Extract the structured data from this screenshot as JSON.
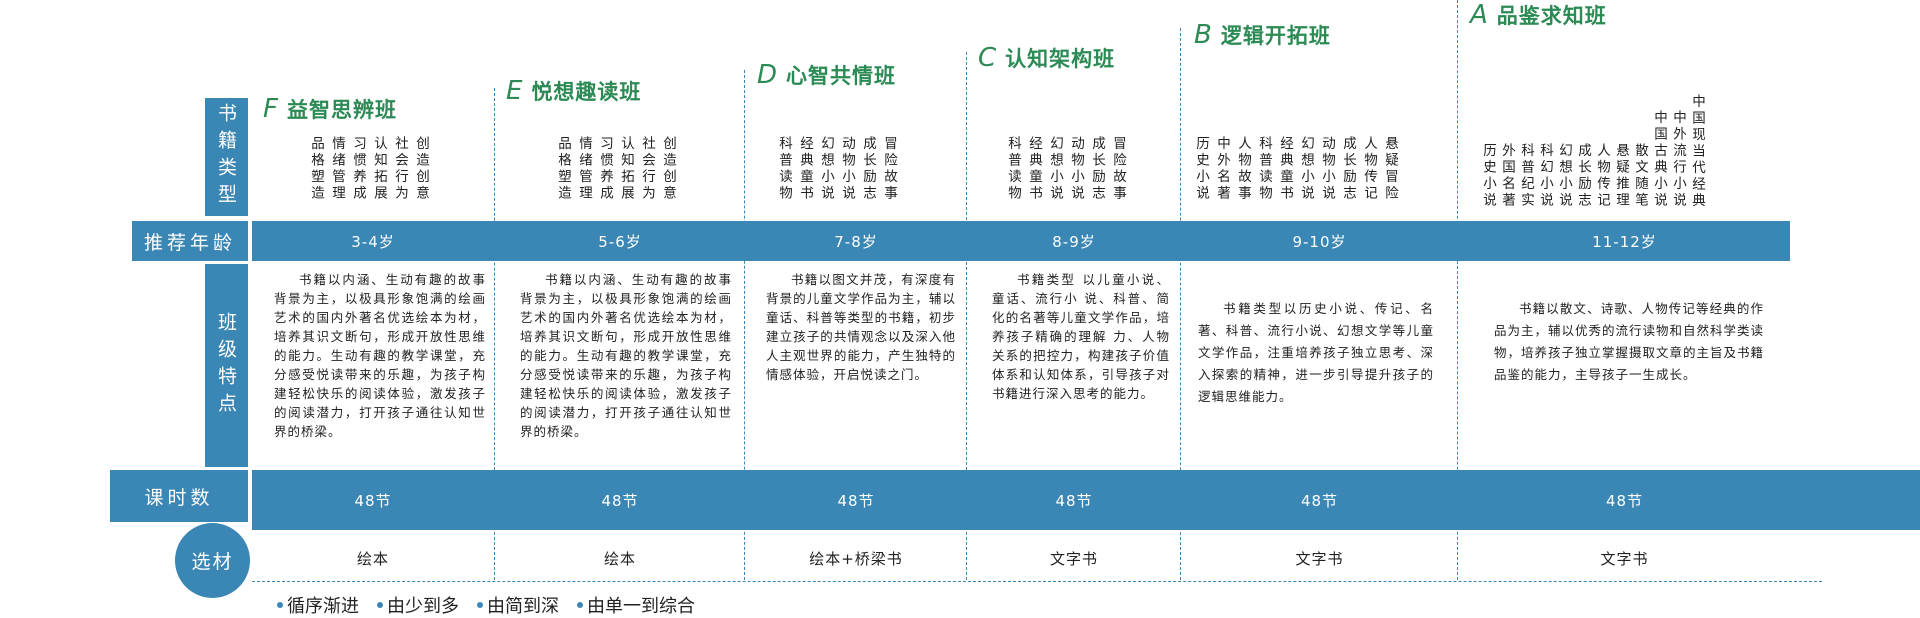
{
  "row_labels": {
    "book_types": "书籍类型",
    "age": "推荐年龄",
    "features": "班级特点",
    "hours": "课时数",
    "material": "选材"
  },
  "classes": [
    {
      "letter": "F",
      "name": "益智思辨班",
      "books": [
        "品格塑造",
        "情绪管理",
        "习惯养成",
        "认知拓展",
        "社会行为",
        "创造创意"
      ],
      "age": "3-4岁",
      "description": "书籍以内涵、生动有趣的故事背景为主，以极具形象饱满的绘画艺术的国内外著名优选绘本为材，培养其识文断句，形成开放性思维的能力。生动有趣的教学课堂，充分感受悦读带来的乐趣，为孩子构建轻松快乐的阅读体验，激发孩子的阅读潜力，打开孩子通往认知世界的桥梁。",
      "hours": "48节",
      "material": "绘本"
    },
    {
      "letter": "E",
      "name": "悦想趣读班",
      "books": [
        "品格塑造",
        "情绪管理",
        "习惯养成",
        "认知拓展",
        "社会行为",
        "创造创意"
      ],
      "age": "5-6岁",
      "description": "书籍以内涵、生动有趣的故事背景为主，以极具形象饱满的绘画艺术的国内外著名优选绘本为材，培养其识文断句，形成开放性思维的能力。生动有趣的教学课堂，充分感受悦读带来的乐趣，为孩子构建轻松快乐的阅读体验，激发孩子的阅读潜力，打开孩子通往认知世界的桥梁。",
      "hours": "48节",
      "material": "绘本"
    },
    {
      "letter": "D",
      "name": "心智共情班",
      "books": [
        "科普读物",
        "经典童书",
        "幻想小说",
        "动物小说",
        "成长励志",
        "冒险故事"
      ],
      "age": "7-8岁",
      "description": "书籍以图文并茂，有深度有背景的儿童文学作品为主，辅以童话、科普等类型的书籍，初步建立孩子的共情观念以及深入他人主观世界的能力，产生独特的情感体验，开启悦读之门。",
      "hours": "48节",
      "material": "绘本+桥梁书"
    },
    {
      "letter": "C",
      "name": "认知架构班",
      "books": [
        "科普读物",
        "经典童书",
        "幻想小说",
        "动物小说",
        "成长励志",
        "冒险故事"
      ],
      "age": "8-9岁",
      "description": "书籍类型 以儿童小说、童话、流行小 说、科普、简化的名著等儿童文学作品，培养孩子精确的理解 力、人物关系的把控力，构建孩子价值体系和认知体系，引导孩子对 书籍进行深入思考的能力。",
      "hours": "48节",
      "material": "文字书"
    },
    {
      "letter": "B",
      "name": "逻辑开拓班",
      "books": [
        "历史小说",
        "中外名著",
        "人物故事",
        "科普读物",
        "经典童书",
        "幻想小说",
        "动物小说",
        "成长励志",
        "人物传记",
        "悬疑冒险"
      ],
      "age": "9-10岁",
      "description": "书籍类型以历史小说、传记、名著、科普、流行小说、幻想文学等儿童文学作品，注重培养孩子独立思考、深入探索的精神，进一步引导提升孩子的逻辑思维能力。",
      "hours": "48节",
      "material": "文字书"
    },
    {
      "letter": "A",
      "name": "品鉴求知班",
      "books": [
        "历史小说",
        "外国名著",
        "科普纪实",
        "科幻小说",
        "幻想小说",
        "成长励志",
        "人物传记",
        "悬疑推理",
        "散文随笔",
        "中国古典小说",
        "中外流行小说",
        "中国现当代经典"
      ],
      "age": "11-12岁",
      "description": "书籍以散文、诗歌、人物传记等经典的作品为主，辅以优秀的流行读物和自然科学类读物，培养孩子独立掌握摄取文章的主旨及书籍品鉴的能力，主导孩子一生成长。",
      "hours": "48节",
      "material": "文字书"
    }
  ],
  "principles": [
    "循序渐进",
    "由少到多",
    "由简到深",
    "由单一到综合"
  ],
  "colors": {
    "accent": "#3a86b4",
    "title": "#2c8a55"
  }
}
